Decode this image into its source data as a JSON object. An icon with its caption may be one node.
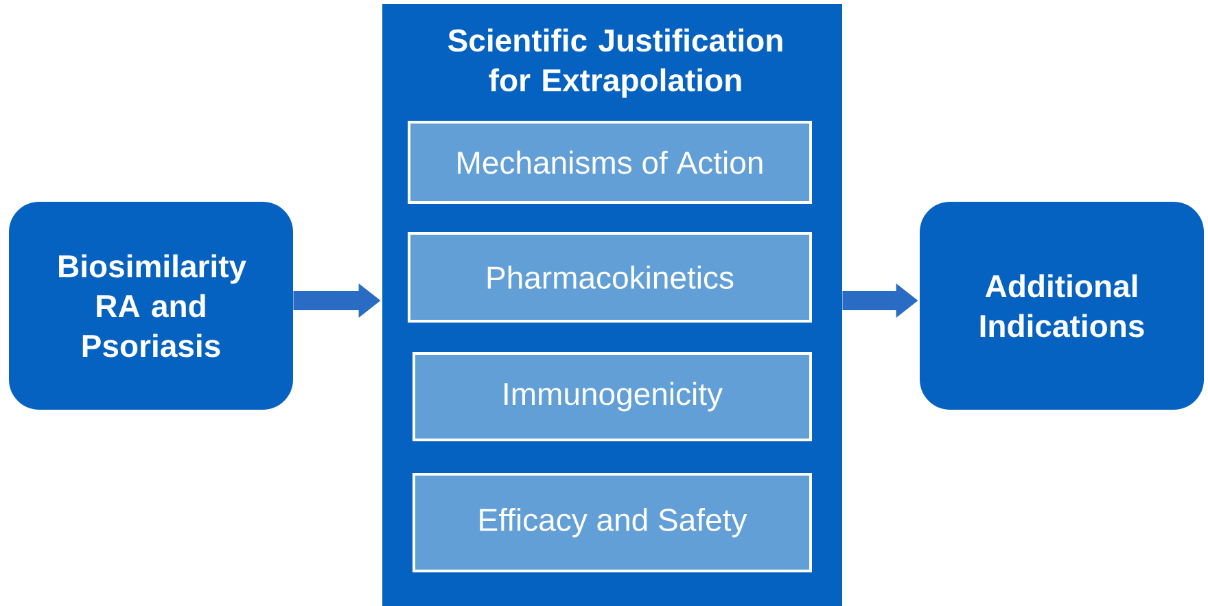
{
  "diagram": {
    "nodes": [
      {
        "text": [
          "Biosimilarity RA and Psoriasis"
        ]
      },
      {
        "text": [
          "Scientific Justification for Extrapolation"
        ]
      },
      {
        "text": [
          "Mechanisms of Action"
        ],
        "in": 1
      },
      {
        "text": [
          "Pharmacokinetics"
        ],
        "in": 1
      },
      {
        "text": [
          "Immunogenicity"
        ],
        "in": 1
      },
      {
        "text": [
          "Efficacy and Safety"
        ],
        "in": 1
      },
      {
        "text": [
          "Additional Indications"
        ]
      }
    ],
    "edges": [
      {
        "from": 0,
        "to": 1,
        "arrow": "to"
      },
      {
        "from": 1,
        "to": 6,
        "arrow": "to"
      }
    ]
  }
}
